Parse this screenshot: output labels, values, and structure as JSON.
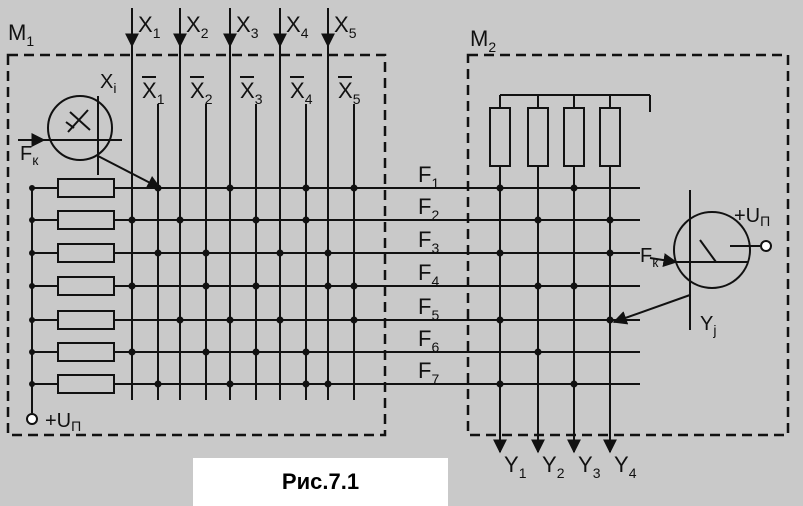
{
  "figure": {
    "caption": "Рис.7.1",
    "matrix1": {
      "label": "M",
      "sub": "1",
      "supply": "+U",
      "supply_sub": "П"
    },
    "matrix2": {
      "label": "M",
      "sub": "2",
      "supply": "+U",
      "supply_sub": "П"
    },
    "inputs": [
      {
        "base": "X",
        "sub": "1"
      },
      {
        "base": "X",
        "sub": "2"
      },
      {
        "base": "X",
        "sub": "3"
      },
      {
        "base": "X",
        "sub": "4"
      },
      {
        "base": "X",
        "sub": "5"
      }
    ],
    "inverted_inputs": [
      {
        "base": "X",
        "sub": "1"
      },
      {
        "base": "X",
        "sub": "2"
      },
      {
        "base": "X",
        "sub": "3"
      },
      {
        "base": "X",
        "sub": "4"
      },
      {
        "base": "X",
        "sub": "5"
      }
    ],
    "terms": [
      {
        "base": "F",
        "sub": "1"
      },
      {
        "base": "F",
        "sub": "2"
      },
      {
        "base": "F",
        "sub": "3"
      },
      {
        "base": "F",
        "sub": "4"
      },
      {
        "base": "F",
        "sub": "5"
      },
      {
        "base": "F",
        "sub": "6"
      },
      {
        "base": "F",
        "sub": "7"
      }
    ],
    "outputs": [
      {
        "base": "Y",
        "sub": "1"
      },
      {
        "base": "Y",
        "sub": "2"
      },
      {
        "base": "Y",
        "sub": "3"
      },
      {
        "base": "Y",
        "sub": "4"
      }
    ],
    "cell1": {
      "in": "X",
      "in_sub": "i",
      "ctrl": "F",
      "ctrl_sub": "к"
    },
    "cell2": {
      "out": "Y",
      "out_sub": "j",
      "ctrl": "F",
      "ctrl_sub": "к"
    }
  }
}
